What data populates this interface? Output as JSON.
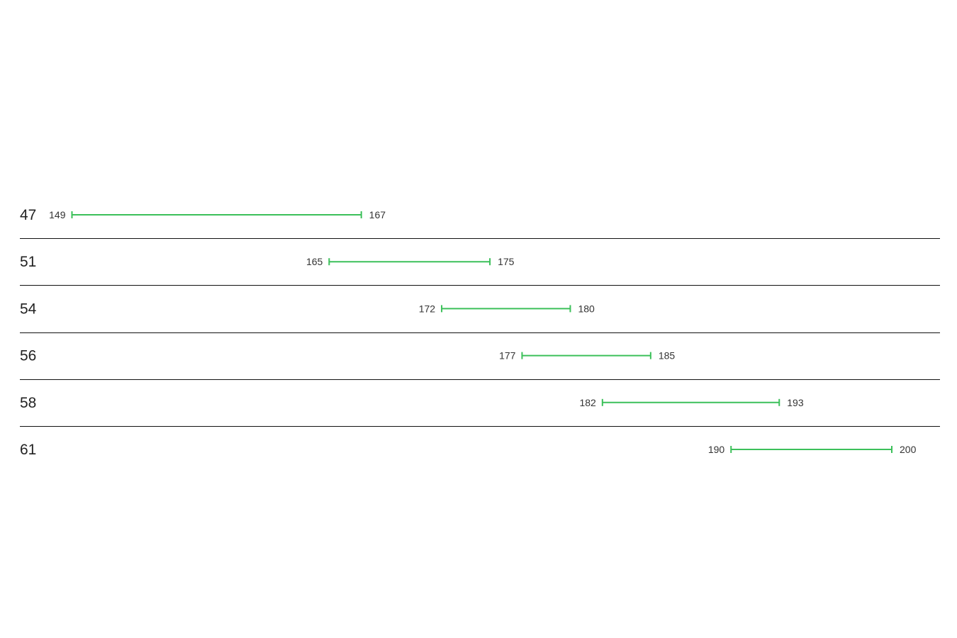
{
  "chart_data": {
    "type": "range_bar",
    "categories": [
      "47",
      "51",
      "54",
      "56",
      "58",
      "61"
    ],
    "ranges": [
      {
        "category": "47",
        "low": 149,
        "high": 167
      },
      {
        "category": "51",
        "low": 165,
        "high": 175
      },
      {
        "category": "54",
        "low": 172,
        "high": 180
      },
      {
        "category": "56",
        "low": 177,
        "high": 185
      },
      {
        "category": "58",
        "low": 182,
        "high": 193
      },
      {
        "category": "61",
        "low": 190,
        "high": 200
      }
    ],
    "xlim": [
      146.2,
      200
    ],
    "grid": false,
    "row_dividers": true,
    "colors": {
      "bar": "#3cc05a",
      "text": "#222222",
      "divider": "#111111"
    }
  }
}
